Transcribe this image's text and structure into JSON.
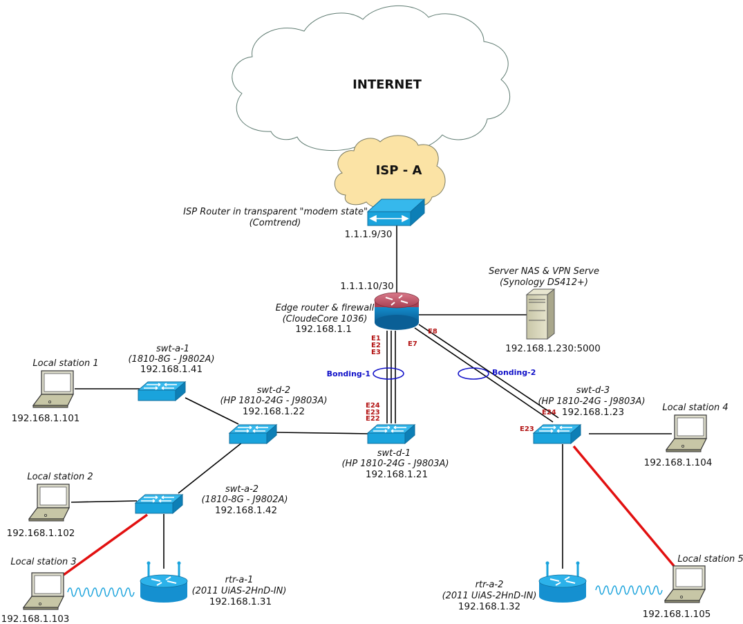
{
  "title": "INTERNET",
  "isp": "ISP - A",
  "isp_router": {
    "line1": "ISP Router in transparent \"modem state\"",
    "line2": "(Comtrend)",
    "ip": "1.1.1.9/30"
  },
  "edge_router": {
    "wan_ip": "1.1.1.10/30",
    "line1": "Edge router & firewall",
    "line2": "(CloudeCore 1036)",
    "ip": "192.168.1.1"
  },
  "nas": {
    "line1": "Server NAS & VPN Serve",
    "line2": "(Synology DS412+)",
    "ip": "192.168.1.230:5000"
  },
  "swt_a_1": {
    "name": "swt-a-1",
    "model": "(1810-8G - J9802A)",
    "ip": "192.168.1.41"
  },
  "swt_a_2": {
    "name": "swt-a-2",
    "model": "(1810-8G - J9802A)",
    "ip": "192.168.1.42"
  },
  "swt_d_1": {
    "name": "swt-d-1",
    "model": "(HP 1810-24G - J9803A)",
    "ip": "192.168.1.21"
  },
  "swt_d_2": {
    "name": "swt-d-2",
    "model": "(HP 1810-24G - J9803A)",
    "ip": "192.168.1.22"
  },
  "swt_d_3": {
    "name": "swt-d-3",
    "model": "(HP 1810-24G - J9803A)",
    "ip": "192.168.1.23"
  },
  "rtr_a_1": {
    "name": "rtr-a-1",
    "model": "(2011 UiAS-2HnD-IN)",
    "ip": "192.168.1.31"
  },
  "rtr_a_2": {
    "name": "rtr-a-2",
    "model": "(2011 UiAS-2HnD-IN)",
    "ip": "192.168.1.32"
  },
  "stations": [
    {
      "name": "Local station 1",
      "ip": "192.168.1.101"
    },
    {
      "name": "Local station 2",
      "ip": "192.168.1.102"
    },
    {
      "name": "Local station 3",
      "ip": "192.168.1.103"
    },
    {
      "name": "Local station 4",
      "ip": "192.168.1.104"
    },
    {
      "name": "Local station 5",
      "ip": "192.168.1.105"
    }
  ],
  "ports": {
    "e1": "E1",
    "e2": "E2",
    "e3": "E3",
    "e7": "E7",
    "e8": "E8",
    "e22": "E22",
    "e23": "E23",
    "e24": "E24",
    "d3_e23": "E23",
    "d3_e24": "E24"
  },
  "bonding_1": "Bonding-1",
  "bonding_2": "Bonding-2",
  "colors": {
    "device_blue": "#1aa3dc",
    "cloud_fill": "#ffffff",
    "isp_fill": "#fbe3a5",
    "link": "#000000",
    "wan_link_red": "#e21010",
    "port_label": "#b31414",
    "bond_label": "#1010c8"
  }
}
